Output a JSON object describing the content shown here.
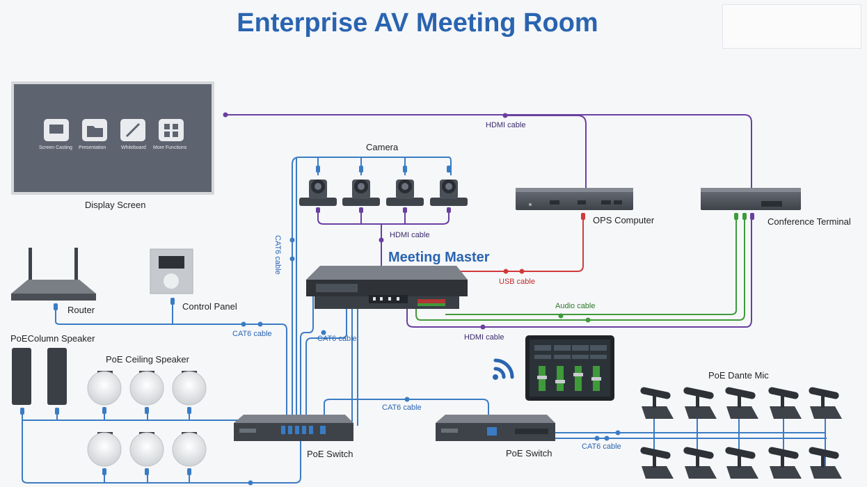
{
  "title": "Enterprise AV Meeting Room",
  "display": {
    "label": "Display Screen",
    "tiles": [
      "Screen Casting",
      "Presentation",
      "Whiteboard",
      "More Functions"
    ]
  },
  "camera": {
    "label": "Camera"
  },
  "ops": {
    "label": "OPS Computer"
  },
  "conf": {
    "label": "Conference Terminal"
  },
  "router": {
    "label": "Router"
  },
  "control_panel": {
    "label": "Control Panel"
  },
  "master": {
    "label": "Meeting Master"
  },
  "column_speaker": {
    "label": "PoEColumn Speaker"
  },
  "ceiling_speaker": {
    "label": "PoE Ceiling Speaker"
  },
  "dante_mic": {
    "label": "PoE Dante Mic"
  },
  "switch_left": {
    "label": "PoE Switch"
  },
  "switch_right": {
    "label": "PoE Switch"
  },
  "cables": {
    "hdmi_top": "HDMI cable",
    "hdmi_cam": "HDMI cable",
    "usb": "USB cable",
    "audio": "Audio cable",
    "hdmi_bottom": "HDMI cable",
    "cat6_router": "CAT6 cable",
    "cat6_vertical": "CAT6 cable",
    "cat6_master": "CAT6 cable",
    "cat6_switch": "CAT6 cable",
    "cat6_mic": "CAT6 cable"
  },
  "colors": {
    "hdmi": "#6a3fa0",
    "cat6": "#3a7cc4",
    "usb": "#d23a3a",
    "audio": "#3f9a3a",
    "title": "#2a64b0"
  }
}
